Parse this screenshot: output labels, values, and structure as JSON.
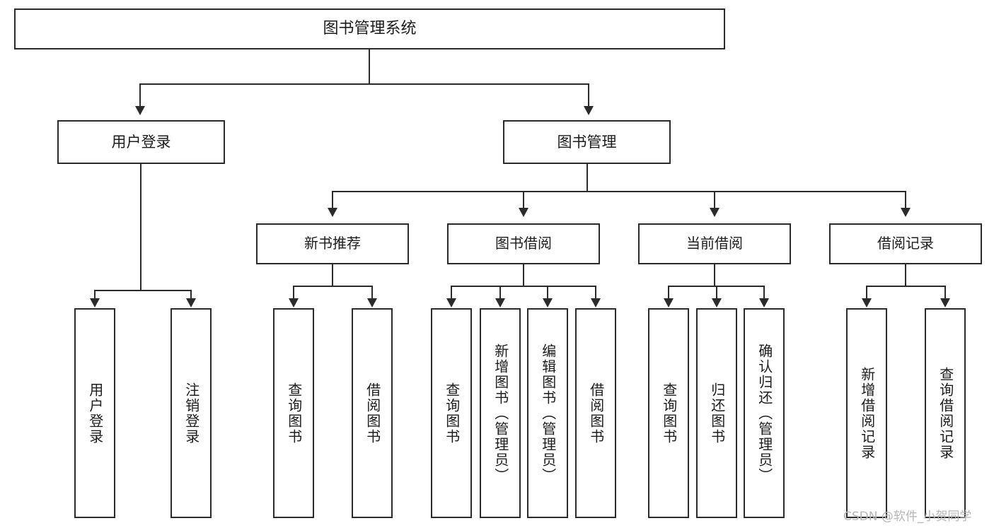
{
  "diagram": {
    "title": "图书管理系统",
    "type": "tree-hierarchy",
    "root": {
      "label": "图书管理系统"
    },
    "level2": [
      {
        "label": "用户登录"
      },
      {
        "label": "图书管理"
      }
    ],
    "level3": [
      {
        "label": "新书推荐"
      },
      {
        "label": "图书借阅"
      },
      {
        "label": "当前借阅"
      },
      {
        "label": "借阅记录"
      }
    ],
    "leaves": {
      "user_login": [
        {
          "label": "用户登录"
        },
        {
          "label": "注销登录"
        }
      ],
      "new_book_recommend": [
        {
          "label": "查询图书"
        },
        {
          "label": "借阅图书"
        }
      ],
      "book_borrow": [
        {
          "label": "查询图书"
        },
        {
          "label": "新增图书（管理员）"
        },
        {
          "label": "编辑图书（管理员）"
        },
        {
          "label": "借阅图书"
        }
      ],
      "current_borrow": [
        {
          "label": "查询图书"
        },
        {
          "label": "归还图书"
        },
        {
          "label": "确认归还（管理员）"
        }
      ],
      "borrow_record": [
        {
          "label": "新增借阅记录"
        },
        {
          "label": "查询借阅记录"
        }
      ]
    }
  },
  "watermark": {
    "text": "CSDN @软件_小贺同学"
  },
  "colors": {
    "border": "#2b2b2b",
    "text": "#1c1c1c",
    "background": "#ffffff",
    "watermark": "#b6b6b6"
  }
}
